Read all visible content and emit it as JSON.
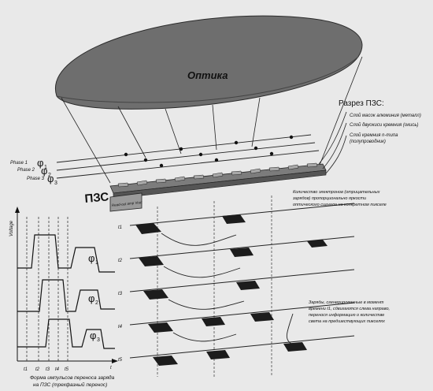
{
  "lens": {
    "label": "Оптика"
  },
  "section": {
    "title": "Разрез ПЗС:",
    "layers": [
      "Слой масок алюминия (металл)",
      "Слой двуокиси кремния (окись)",
      "Слой кремния n-типа",
      "(полупроводник)"
    ]
  },
  "phases": [
    {
      "label": "Phase 1",
      "symbol": "φ",
      "sub": "1"
    },
    {
      "label": "Phase 2",
      "symbol": "φ",
      "sub": "2"
    },
    {
      "label": "Phase 3",
      "symbol": "φ",
      "sub": "3"
    }
  ],
  "ccd": {
    "label": "ПЗС",
    "strip_text": "Read-out amp  Vout"
  },
  "electrons_note": [
    "Количество электронов (отрицательных",
    "зарядов) пропорционально яркости",
    "оптического сигнала на конкретном пикселе"
  ],
  "time_labels": [
    "t1",
    "t2",
    "t3",
    "t4",
    "t5"
  ],
  "charges_note": [
    "Заряды, сгенерированные в момент",
    "времени t1, сдвигаются слева направо,",
    "перенося информацию о количестве",
    "света на предшествующих пикселях"
  ],
  "waveform": {
    "ylabel": "Voltage",
    "phase_symbol": "φ",
    "phase_subs": [
      "1",
      "2",
      "3"
    ],
    "times": [
      "t1",
      "t2",
      "t3",
      "t4",
      "t5"
    ],
    "time_axis": "t",
    "caption": [
      "Форма импульсов переноса заряда",
      "на ПЗС (трехфазный перенос)"
    ]
  },
  "colors": {
    "lens": "#6e6e6e",
    "ccd_body": "#7c7c7c",
    "electrode": "#9a9a9a",
    "charge": "#1c1c1c",
    "background": "#e9e9e9"
  }
}
